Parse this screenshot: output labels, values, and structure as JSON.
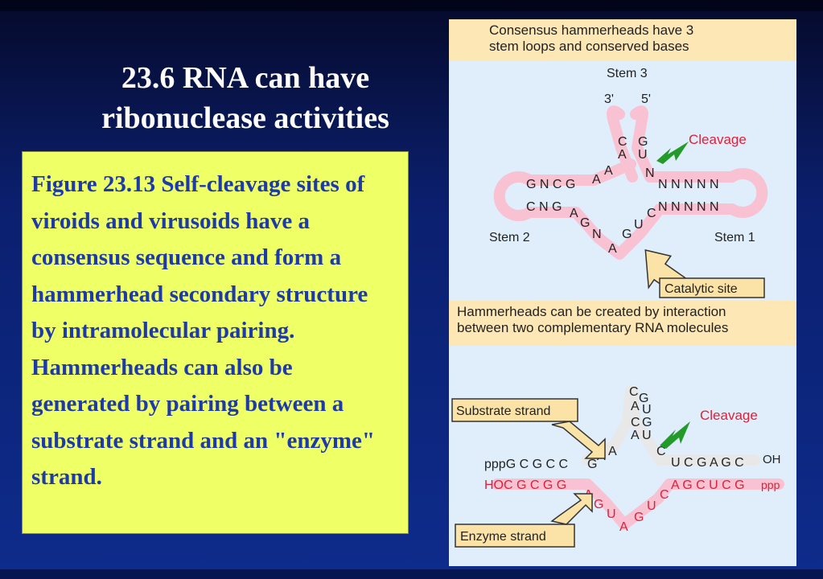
{
  "slide": {
    "title_line1": "23.6 RNA can have",
    "title_line2": "ribonuclease activities",
    "caption": "Figure 23.13 Self-cleavage sites of viroids and virusoids have a consensus sequence and form a hammerhead secondary structure by intramolecular pairing. Hammerheads can also be generated by pairing between a substrate strand and an \"enzyme\" strand."
  },
  "figure": {
    "top_header_line1": "Consensus hammerheads have 3",
    "top_header_line2": "stem loops and conserved bases",
    "stem3": "Stem 3",
    "end3": "3'",
    "end5": "5'",
    "cleavage_top": "Cleavage",
    "stem2": "Stem 2",
    "stem1": "Stem 1",
    "catalytic_site": "Catalytic site",
    "mid_header_line1": "Hammerheads can be created by interaction",
    "mid_header_line2": "between two complementary RNA molecules",
    "substrate_strand": "Substrate strand",
    "cleavage_bottom": "Cleavage",
    "enzyme_strand": "Enzyme strand",
    "top_seq": {
      "upper_left": "G N C G",
      "lower_left": "C N G",
      "upper_right": "N N N N N",
      "lower_right": "N N N N N",
      "n_cleave": "N",
      "c": "C",
      "g": "G",
      "a_top": "A",
      "u": "U",
      "a1": "A",
      "a2": "A",
      "loop_a": "A",
      "loop_g": "G",
      "loop_n": "N",
      "loop_a2": "A",
      "loop_g2": "G",
      "loop_u": "U",
      "loop_c": "C"
    },
    "bottom_seq": {
      "substrate": "pppG C G C C",
      "substrate_right": "U C G A G C",
      "oh_top": "OH",
      "enzyme": "HOC G C G G",
      "enzyme_right": "A G C U C G",
      "ppp_end": "ppp",
      "stem_top_c": "C",
      "stem_top_g": "G",
      "stem_a": "A",
      "stem_u": "U",
      "stem_c": "C",
      "stem_g": "G",
      "stem_a2": "A",
      "stem_u2": "U",
      "g_low": "G",
      "a1": "A",
      "a2": "A",
      "c_right": "C",
      "e_a": "A",
      "e_g": "G",
      "e_u": "U",
      "e_a2": "A",
      "e_g2": "G",
      "e_u2": "U",
      "e_c": "C"
    },
    "colors": {
      "pink": "#f9c2d3",
      "arrow_green": "#249a2a",
      "callout_fill": "#fbe3a8",
      "red_text": "#e0203a"
    }
  }
}
